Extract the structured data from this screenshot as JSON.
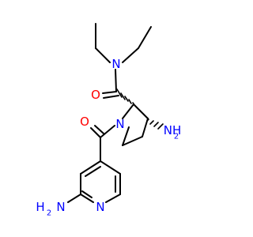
{
  "molecule": {
    "atoms": {
      "amide_n": "N",
      "carbonyl_o1": "O",
      "ring_n": "N",
      "amine_n4": "NH",
      "amine_n4_sub": "2",
      "carbonyl_o2": "O",
      "pyridine_n": "N",
      "amine_n2": "H",
      "amine_n2_sub": "2",
      "amine_n2_n": "N"
    },
    "colors": {
      "nitrogen": "#0000ff",
      "oxygen": "#ff0000",
      "carbon": "#000000"
    }
  }
}
